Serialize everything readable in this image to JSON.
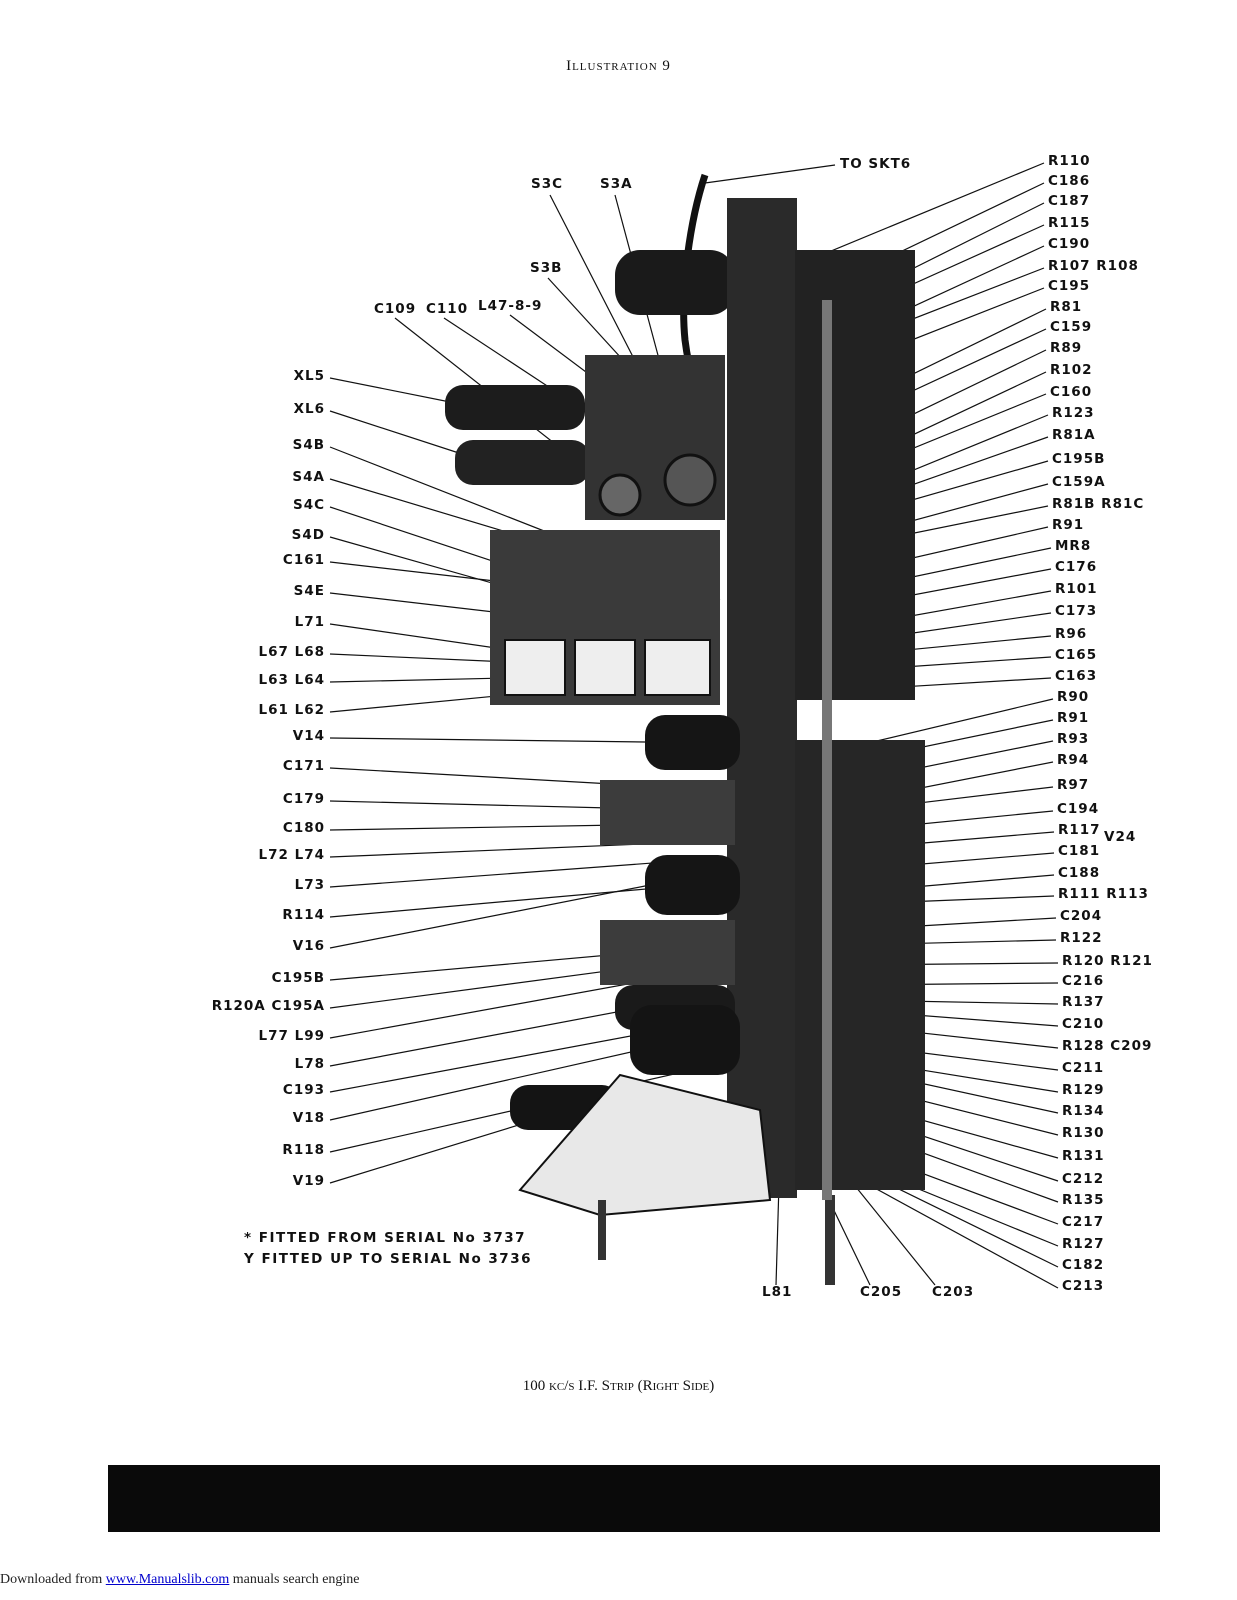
{
  "header": {
    "title": "Illustration 9"
  },
  "labels": {
    "top": [
      "S3C",
      "S3A",
      "TO SKT6",
      "S3B",
      "C109",
      "C110",
      "L47-8-9"
    ],
    "left": [
      "XL5",
      "XL6",
      "S4B",
      "S4A",
      "S4C",
      "S4D",
      "C161",
      "S4E",
      "L71",
      "L67 L68",
      "L63 L64",
      "L61 L62",
      "V14",
      "C171",
      "C179",
      "C180",
      "L72 L74",
      "L73",
      "R114",
      "V16",
      "C195B",
      "R120A C195A",
      "L77 L99",
      "L78",
      "C193",
      "V18",
      "R118",
      "V19"
    ],
    "right": [
      "R110",
      "C186",
      "C187",
      "R115",
      "C190",
      "R107 R108",
      "C195",
      "R81",
      "C159",
      "R89",
      "R102",
      "C160",
      "R123",
      "R81A",
      "C195B",
      "C159A",
      "R81B R81C",
      "R91",
      "MR8",
      "C176",
      "R101",
      "C173",
      "R96",
      "C165",
      "C163",
      "R90",
      "R91",
      "R93",
      "R94",
      "R97",
      "C194",
      "R117",
      "C181",
      "C188",
      "R111 R113",
      "C204",
      "R122",
      "R120 R121",
      "C216",
      "R137",
      "C210",
      "R128 C209",
      "C211",
      "R129",
      "R134",
      "R130",
      "R131",
      "C212",
      "R135",
      "C217",
      "R127",
      "C182",
      "C213"
    ],
    "bottom": [
      "L81",
      "C205",
      "C203"
    ],
    "v24": "V24"
  },
  "notes": {
    "line1": "FITTED FROM SERIAL No 3737",
    "line2": "FITTED UP TO SERIAL No 3736"
  },
  "caption": "100 kc/s I.F. Strip (Right Side)",
  "footer": {
    "prefix": "Downloaded from ",
    "link_text": "www.Manualslib.com",
    "suffix": " manuals search engine"
  }
}
